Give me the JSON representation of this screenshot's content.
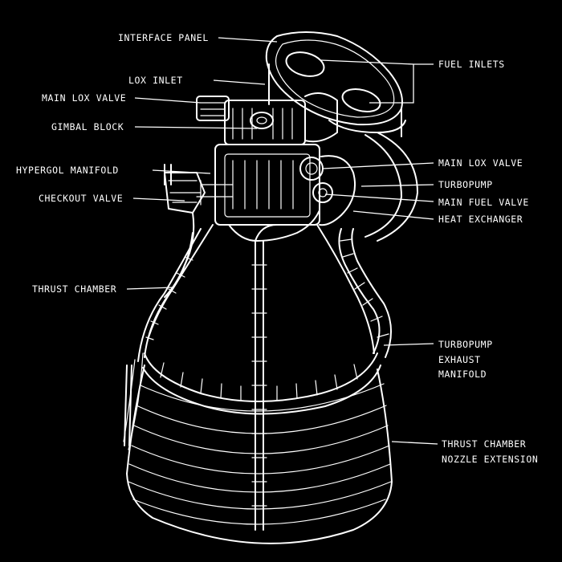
{
  "labels": {
    "interface_panel": "INTERFACE PANEL",
    "fuel_inlets": "FUEL INLETS",
    "lox_inlet": "LOX INLET",
    "main_lox_valve_left": "MAIN LOX VALVE",
    "gimbal_block": "GIMBAL BLOCK",
    "hypergol_manifold": "HYPERGOL MANIFOLD",
    "main_lox_valve_right": "MAIN LOX VALVE",
    "checkout_valve": "CHECKOUT VALVE",
    "turbopump": "TURBOPUMP",
    "main_fuel_valve": "MAIN FUEL VALVE",
    "heat_exchanger": "HEAT EXCHANGER",
    "thrust_chamber": "THRUST CHAMBER",
    "turbopump_exhaust_manifold_1": "TURBOPUMP",
    "turbopump_exhaust_manifold_2": "EXHAUST",
    "turbopump_exhaust_manifold_3": "MANIFOLD",
    "nozzle_extension_1": "THRUST CHAMBER",
    "nozzle_extension_2": "NOZZLE EXTENSION"
  },
  "colors": {
    "background": "#000000",
    "line": "#ffffff"
  }
}
